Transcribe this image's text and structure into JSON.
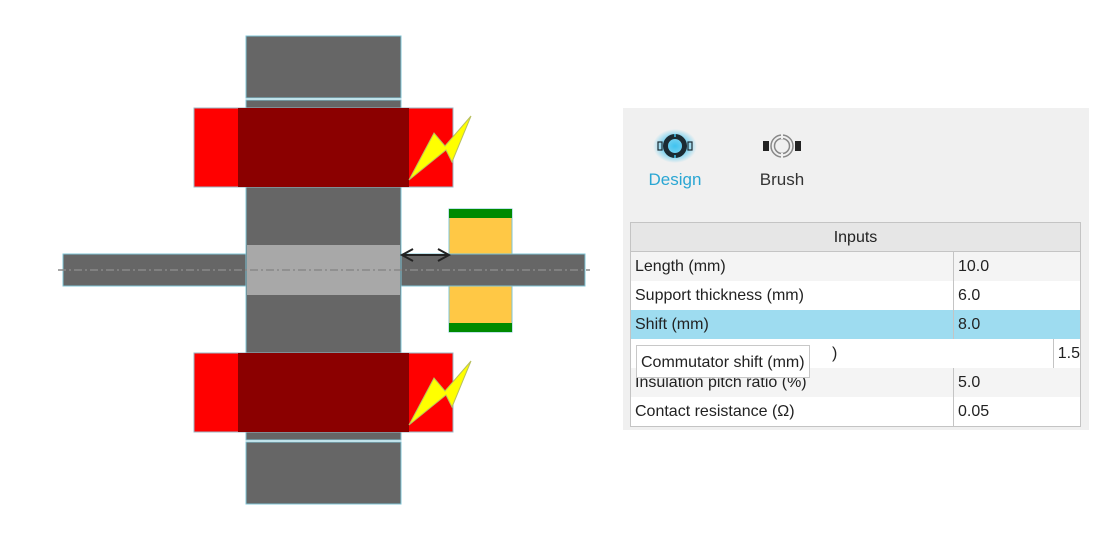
{
  "tabs": [
    {
      "label": "Design",
      "icon": "design-commutator-icon",
      "active": true
    },
    {
      "label": "Brush",
      "icon": "brush-commutator-icon",
      "active": false
    }
  ],
  "inputs_grid": {
    "header": "Inputs",
    "rows": [
      {
        "label": "Length (mm)",
        "value": "10.0",
        "selected": false
      },
      {
        "label": "Support thickness (mm)",
        "value": "6.0",
        "selected": false
      },
      {
        "label": "Shift (mm)",
        "value": "8.0",
        "selected": true
      },
      {
        "label": ")",
        "value": "1.5",
        "selected": false
      },
      {
        "label": "Insulation pitch ratio (%)",
        "value": "5.0",
        "selected": false
      },
      {
        "label": "Contact resistance (Ω)",
        "value": "0.05",
        "selected": false
      }
    ]
  },
  "tooltip": {
    "text": "Commutator shift (mm)"
  },
  "drawing": {
    "colors": {
      "steel": "#666666",
      "steel_light": "#a8a8a8",
      "outline": "#7fc4d6",
      "winding_dark": "#8b0000",
      "winding_end": "#ff0000",
      "lightning": "#ffff00",
      "commutator": "#ffc845",
      "commutator_edge": "#008a00",
      "arrow": "#222222",
      "centerline": "#888888"
    }
  },
  "colors": {
    "accent": "#2aa6d3",
    "selected_row": "#9edcf0",
    "panel_bg": "#f0f0f0"
  }
}
